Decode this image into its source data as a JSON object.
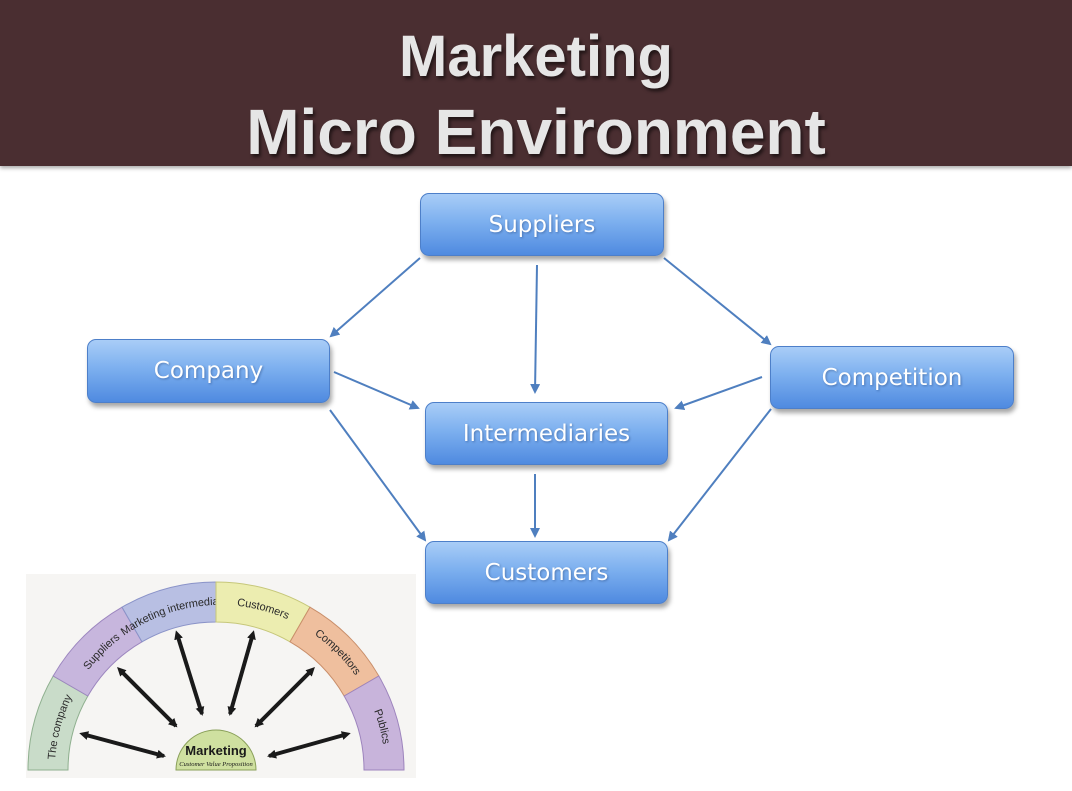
{
  "header": {
    "title_line1": "Marketing",
    "title_line2": "Micro Environment"
  },
  "flow": {
    "suppliers": "Suppliers",
    "company": "Company",
    "competition": "Competition",
    "intermediaries": "Intermediaries",
    "customers": "Customers"
  },
  "wheel": {
    "segments": [
      "The company",
      "Suppliers",
      "Marketing intermediaries",
      "Customers",
      "Competitors",
      "Publics"
    ],
    "center_title": "Marketing",
    "center_subtitle": "Customer Value Proposition"
  },
  "colors": {
    "header_bg": "#4a2e31",
    "box_blue": "#5b95e6",
    "arrow_blue": "#4f7fbf"
  }
}
